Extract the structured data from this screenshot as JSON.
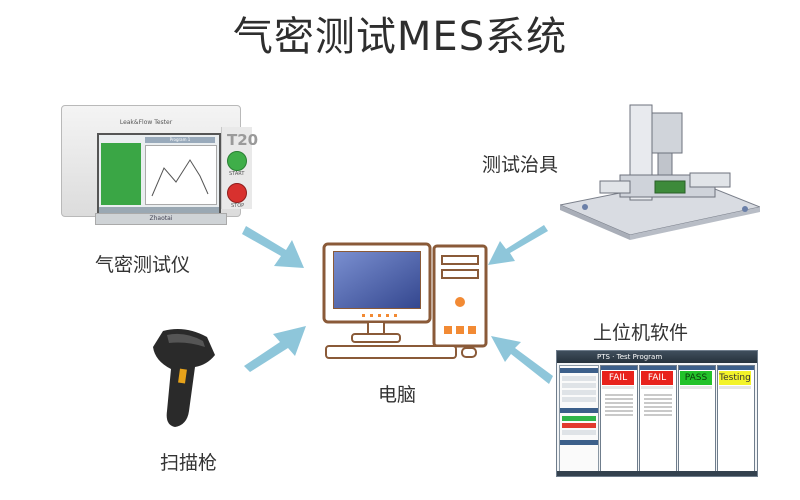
{
  "title": "气密测试MES系统",
  "nodes": {
    "tester": {
      "label": "气密测试仪",
      "model": "T20",
      "header": "Leak&Flow Tester",
      "screen_title": "Program 1",
      "start": "START",
      "stop": "STOP",
      "base": "Zhaotai"
    },
    "fixture": {
      "label": "测试治具"
    },
    "scanner": {
      "label": "扫描枪"
    },
    "computer": {
      "label": "电脑"
    },
    "software": {
      "label": "上位机软件",
      "window_title": "PTS · Test Program",
      "panels": [
        {
          "status": "FAIL",
          "color": "#e8221c",
          "text_color": "#ffffff"
        },
        {
          "status": "FAIL",
          "color": "#e8221c",
          "text_color": "#ffffff"
        },
        {
          "status": "PASS",
          "color": "#22c22a",
          "text_color": "#0a3a0a"
        },
        {
          "status": "Testing",
          "color": "#f3f32a",
          "text_color": "#333333"
        }
      ]
    }
  },
  "colors": {
    "arrow": "#8ec6da"
  }
}
